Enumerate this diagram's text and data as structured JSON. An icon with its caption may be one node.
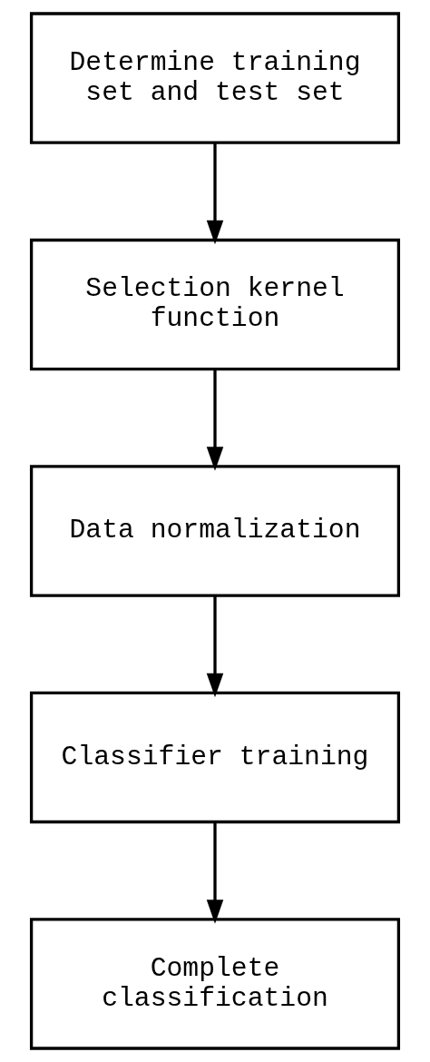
{
  "diagram": {
    "nodes": [
      {
        "text": [
          "Determine training set and test set"
        ]
      },
      {
        "text": [
          "Selection kernel function"
        ]
      },
      {
        "text": [
          "Data normalization"
        ]
      },
      {
        "text": [
          "Classifier training"
        ]
      },
      {
        "text": [
          "Complete classification"
        ]
      }
    ],
    "edges": [
      {
        "from": 0,
        "to": 1,
        "arrow": "to"
      },
      {
        "from": 1,
        "to": 2,
        "arrow": "to"
      },
      {
        "from": 2,
        "to": 3,
        "arrow": "to"
      },
      {
        "from": 3,
        "to": 4,
        "arrow": "to"
      }
    ]
  }
}
